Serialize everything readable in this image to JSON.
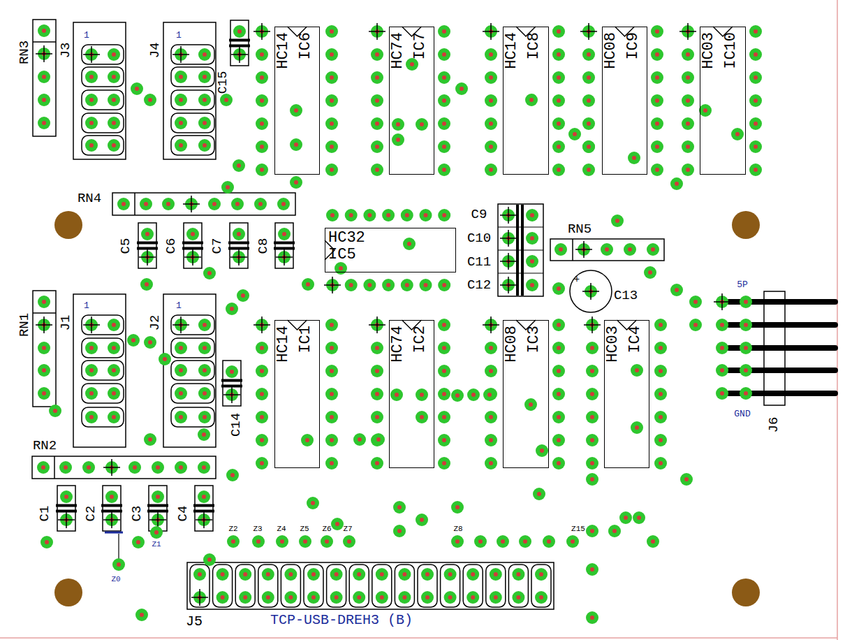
{
  "diagram": {
    "nodes": [
      {
        "text": [
          "HC14",
          "IC6"
        ]
      },
      {
        "text": [
          "HC74",
          "IC7"
        ]
      },
      {
        "text": [
          "HC14",
          "IC8"
        ]
      },
      {
        "text": [
          "HC08",
          "IC9"
        ]
      },
      {
        "text": [
          "HC03",
          "IC10"
        ]
      },
      {
        "text": [
          "HC32",
          "IC5"
        ]
      },
      {
        "text": [
          "HC14",
          "IC1"
        ]
      },
      {
        "text": [
          "HC74",
          "IC2"
        ]
      },
      {
        "text": [
          "HC08",
          "IC3"
        ]
      },
      {
        "text": [
          "HC03",
          "IC4"
        ]
      }
    ],
    "labels": [
      "RN3",
      "J3",
      "1",
      "J4",
      "1",
      "C15",
      "RN4",
      "C5",
      "C6",
      "C7",
      "C8",
      "C9",
      "C10",
      "C11",
      "C12",
      "RN5",
      "+",
      "C13",
      "5P",
      "GND",
      "J6",
      "RN1",
      "J1",
      "1",
      "J2",
      "1",
      "C14",
      "RN2",
      "C1",
      "C2",
      "C3",
      "C4",
      "Z1",
      "Z0",
      "Z2",
      "Z3",
      "Z4",
      "Z5",
      "Z6",
      "Z7",
      "Z8",
      "Z15",
      "J5",
      "TCP-USB-DREH3 (B)"
    ]
  }
}
